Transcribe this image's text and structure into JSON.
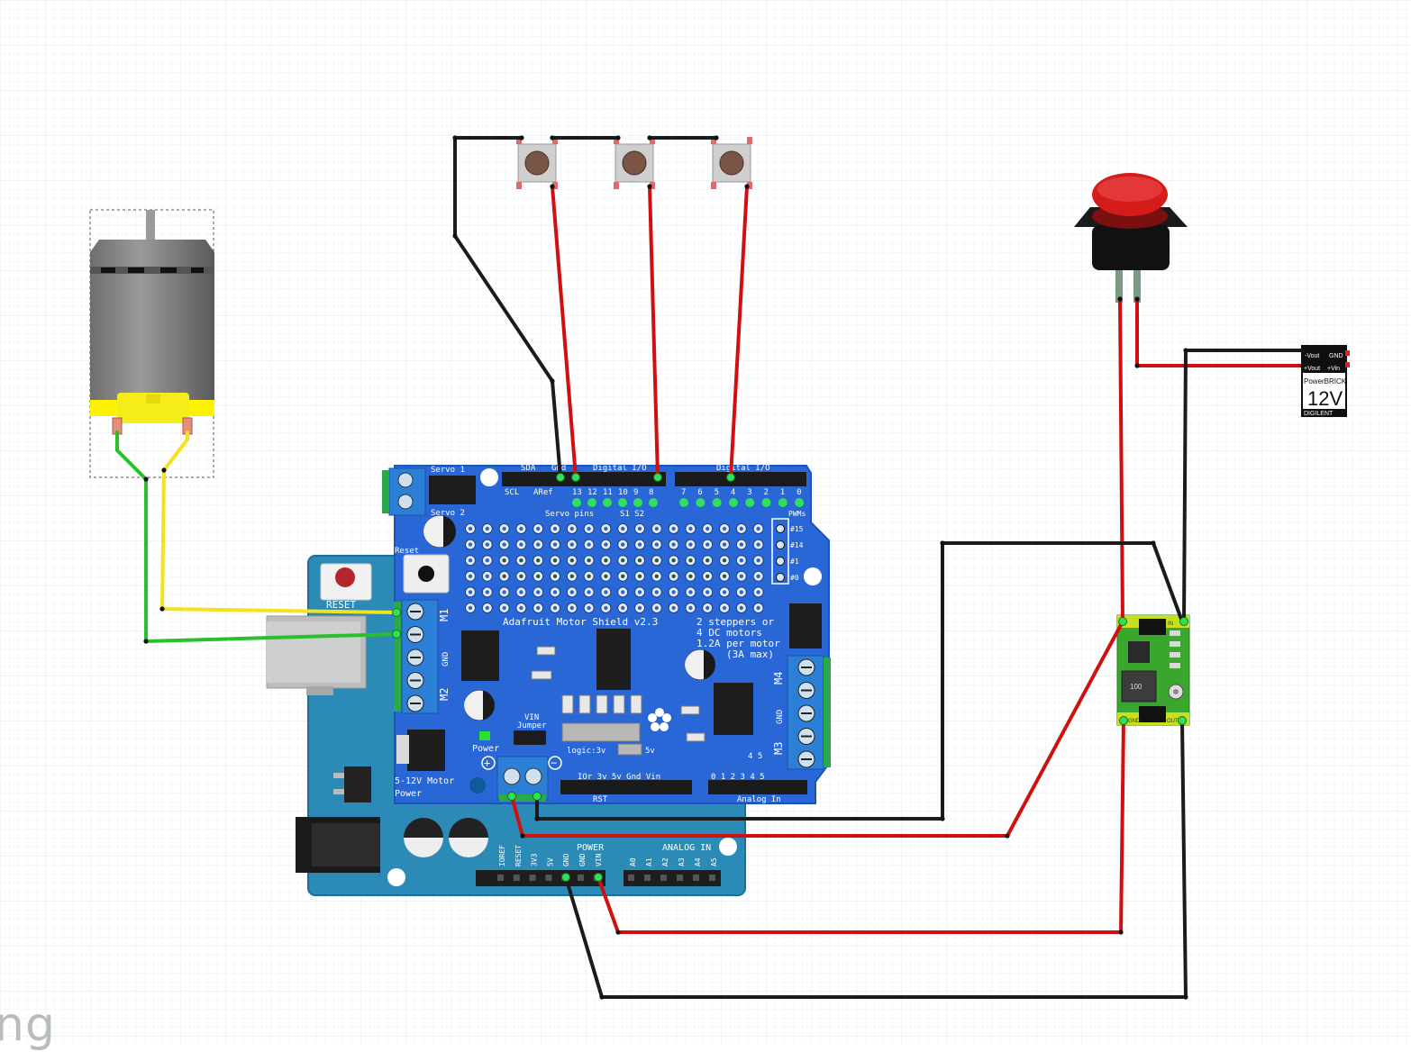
{
  "watermark": "ng",
  "colors": {
    "grid": "#e9eef0",
    "shield": "#2a67d6",
    "arduino": "#2b8bb6",
    "wire_red": "#d10f0f",
    "wire_black": "#1b1b1b",
    "wire_green": "#2bbf2b",
    "wire_yellow": "#f5e21f",
    "regulator": "#3aa62e",
    "button_red": "#cc1b1b"
  },
  "icons": {
    "motor": "dc-motor-icon",
    "tactile": "tactile-button-icon",
    "pushbutton": "red-pushbutton-icon",
    "power": "power-brick-icon"
  },
  "shield": {
    "servo1": "Servo 1",
    "servo2": "Servo 2",
    "reset": "Reset",
    "sda": "SDA",
    "gnd_top": "Gnd",
    "digital_io_left": "Digital I/O",
    "digital_io_right": "Digital I/O",
    "scl": "SCL",
    "aref": "ARef",
    "pins_left": [
      "13",
      "12",
      "11",
      "10",
      "9",
      "8"
    ],
    "pins_right": [
      "7",
      "6",
      "5",
      "4",
      "3",
      "2",
      "1",
      "0"
    ],
    "servo_pins": "Servo pins",
    "s1s2": "S1 S2",
    "pwms": "PWMs",
    "pwm_labels": [
      "#15",
      "#14",
      "#1",
      "#0"
    ],
    "title": "Adafruit Motor Shield v2.3",
    "desc_lines": [
      "2 steppers or",
      "4 DC motors",
      "1.2A per motor",
      "(3A max)"
    ],
    "m1": "M1",
    "m2": "M2",
    "m3": "M3",
    "m4": "M4",
    "gnd_left": "GND",
    "gnd_right": "GND",
    "vin_jumper_1": "VIN",
    "vin_jumper_2": "Jumper",
    "power": "Power",
    "logic": "logic:3v",
    "v5": "5v",
    "motor_power_1": "5-12V Motor",
    "motor_power_2": "Power",
    "bottom_labels": "IOr   3v 5v  Gnd  Vin",
    "analog_nums": "0  1  2  3  4  5",
    "rst": "RST",
    "analog_in": "Analog In",
    "pin_nums_m3": "4  5"
  },
  "arduino": {
    "reset": "RESET",
    "power": "POWER",
    "analog_in": "ANALOG IN",
    "power_pins": [
      "IOREF",
      "RESET",
      "3V3",
      "5V",
      "GND",
      "GND",
      "VIN"
    ],
    "analog_pins": [
      "A0",
      "A1",
      "A2",
      "A3",
      "A4",
      "A5"
    ]
  },
  "regulator": {
    "value": "100",
    "in": "IN",
    "out": "OUT",
    "gnd": "GND"
  },
  "powerbrick": {
    "vout_neg": "-Vout",
    "gnd": "GND",
    "vout_pos": "+Vout",
    "vin_pos": "+Vin",
    "brand": "PowerBRICK",
    "voltage": "12V",
    "maker": "DIGILENT"
  }
}
